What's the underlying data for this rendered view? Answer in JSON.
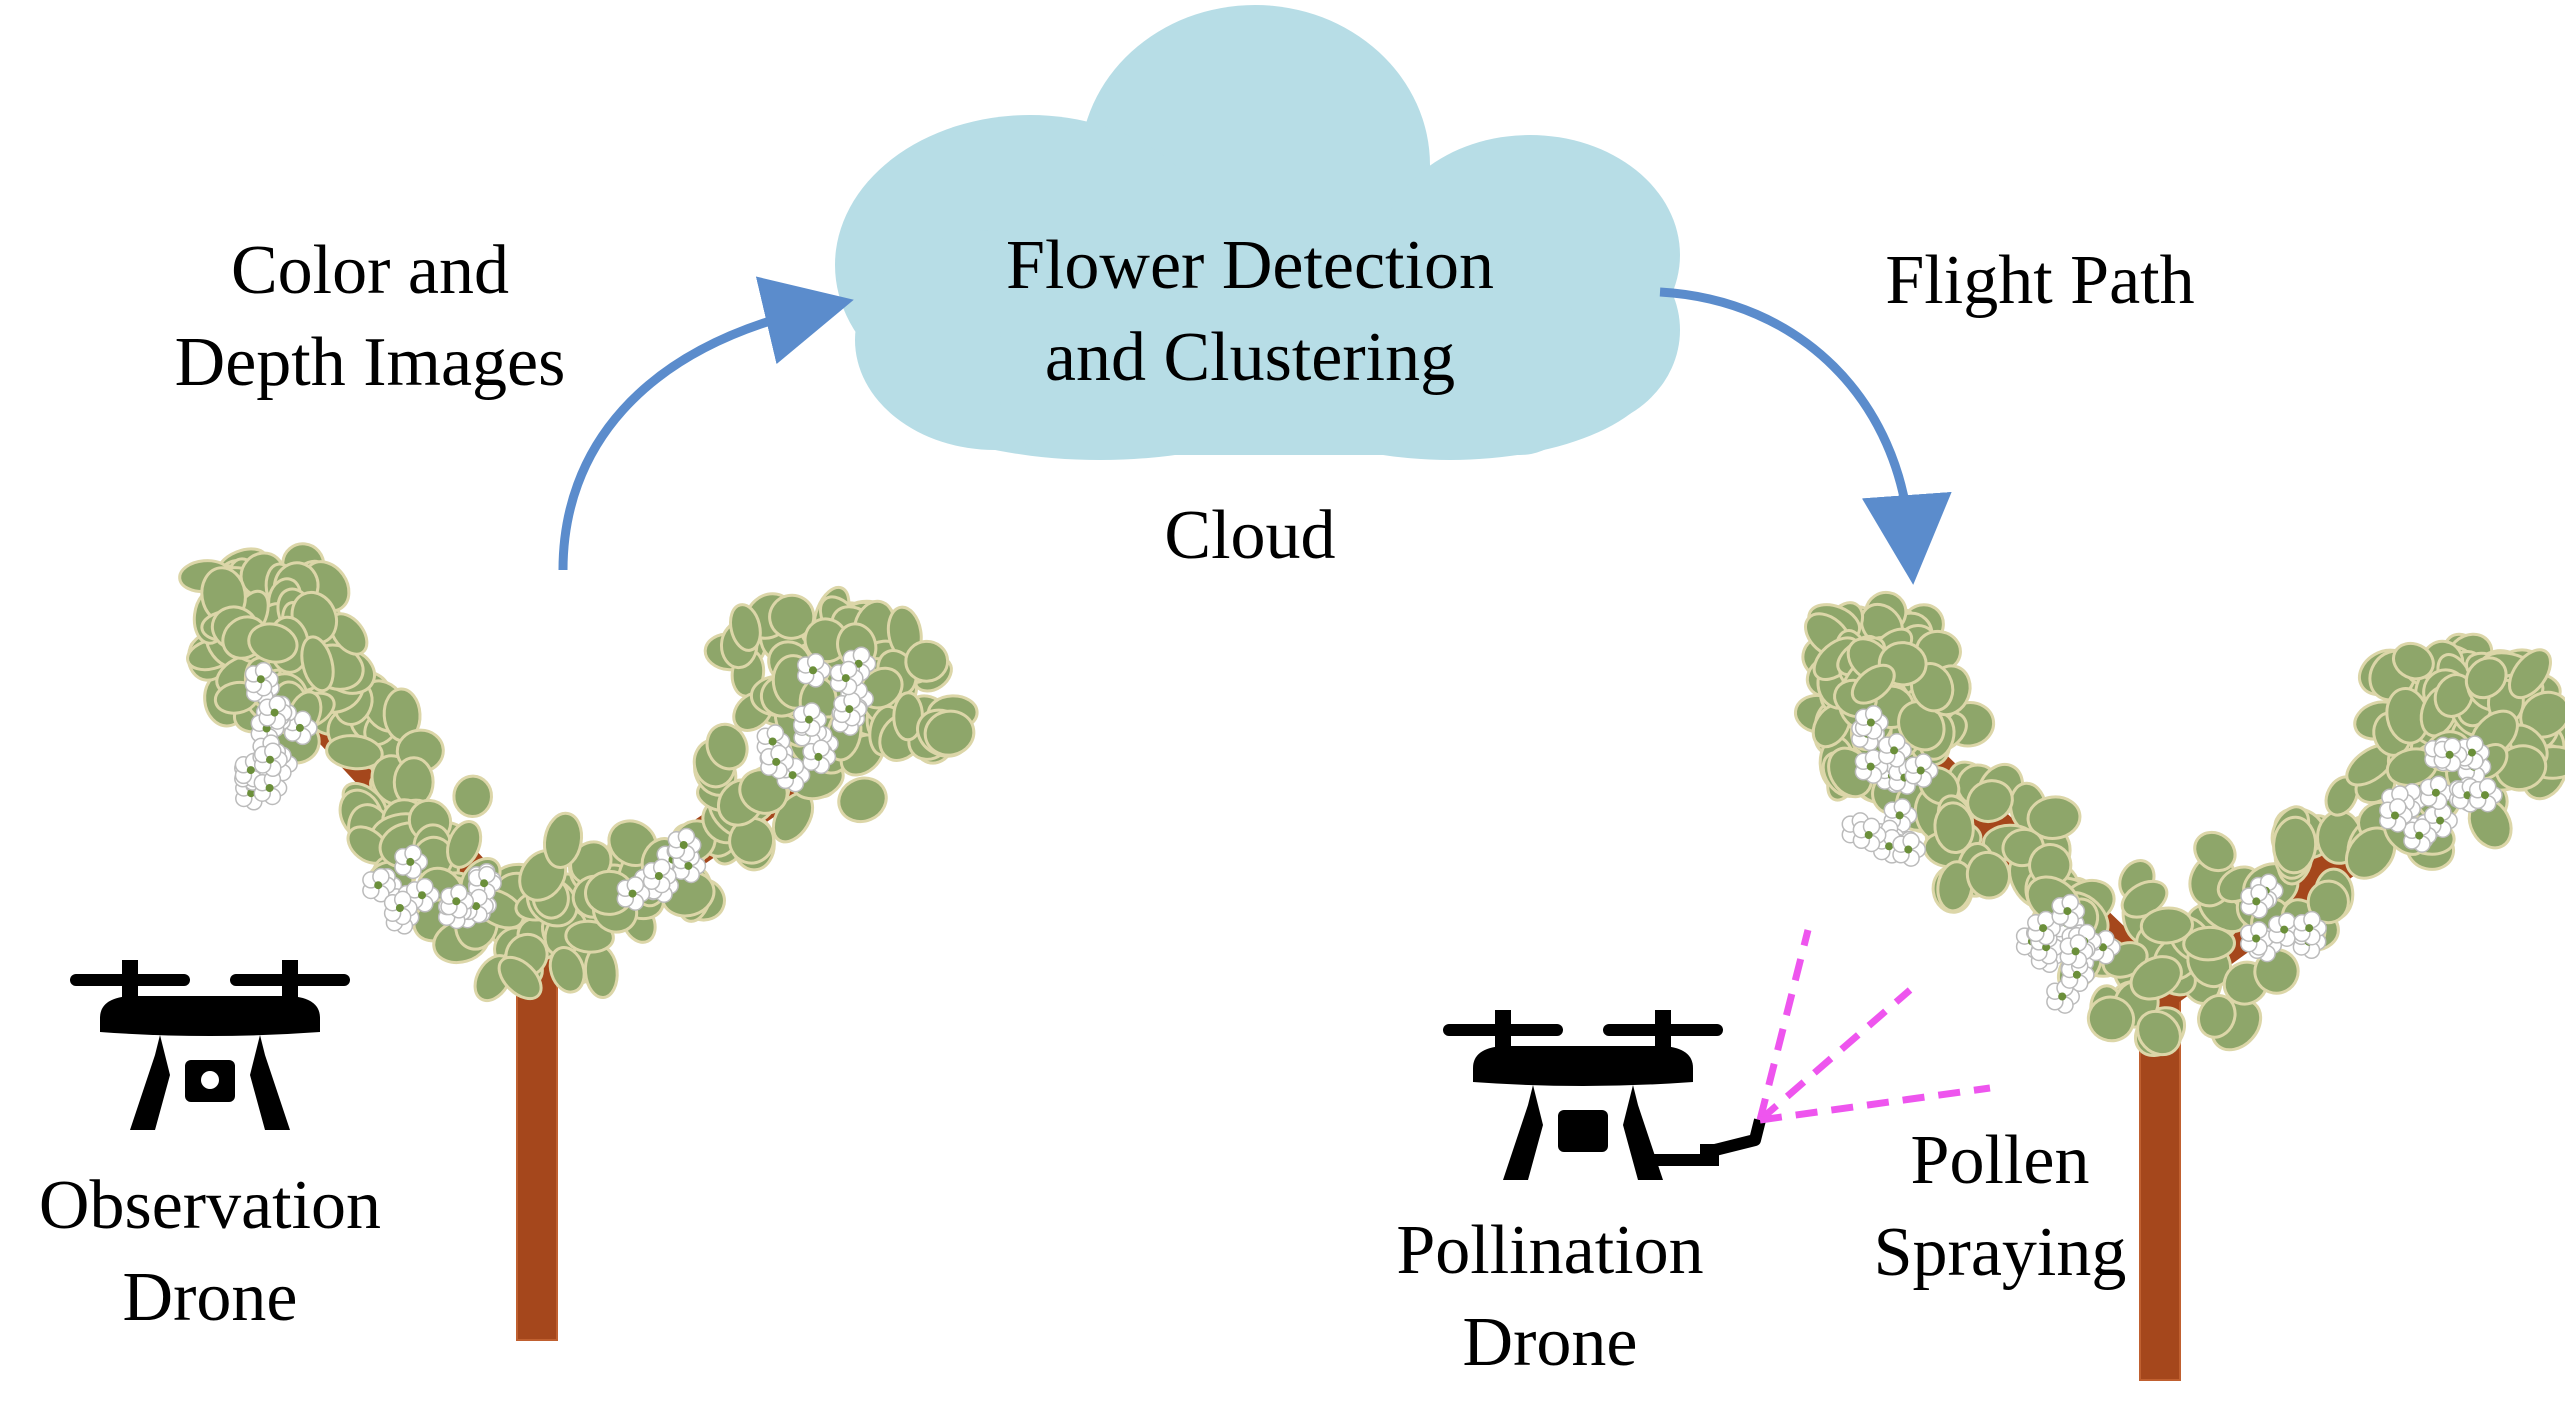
{
  "cloud": {
    "line1": "Flower Detection",
    "line2": "and Clustering",
    "caption": "Cloud",
    "fill": "#b7dde6"
  },
  "input_edge": {
    "line1": "Color and",
    "line2": "Depth Images"
  },
  "output_edge": {
    "label": "Flight Path"
  },
  "observation_drone": {
    "line1": "Observation",
    "line2": "Drone",
    "icon": "drone-icon"
  },
  "pollination_drone": {
    "line1": "Pollination",
    "line2": "Drone",
    "icon": "drone-icon"
  },
  "pollen": {
    "line1": "Pollen",
    "line2": "Spraying",
    "color": "#ee55ee"
  },
  "colors": {
    "arrow": "#5b8ccc",
    "trunk": "#a5471c",
    "leaf": "#8ea66a",
    "leaf_edge": "#dcd6a8",
    "flower": "#ffffff",
    "drone": "#000000"
  }
}
